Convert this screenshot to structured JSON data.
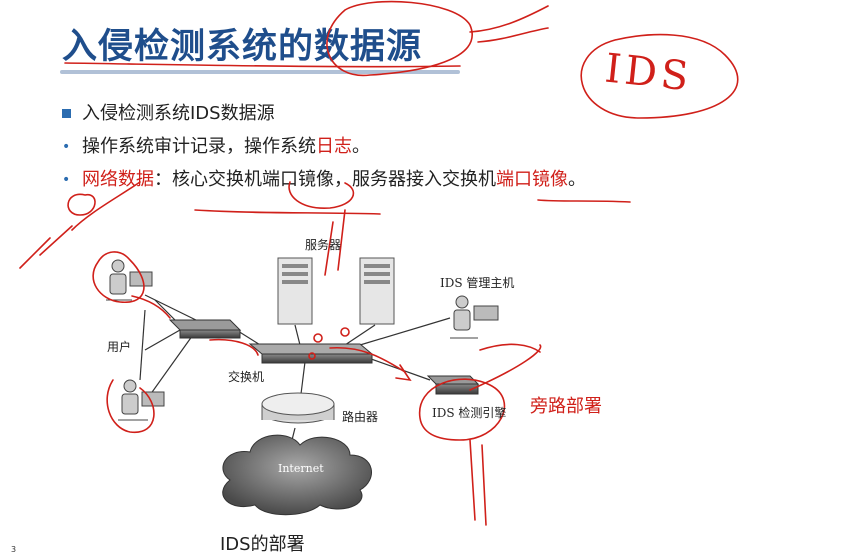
{
  "slide": {
    "title": "入侵检测系统的数据源",
    "page_number": "3"
  },
  "bullets": [
    {
      "segments": [
        {
          "text": "入侵检测系统IDS数据源",
          "red": false
        }
      ]
    },
    {
      "segments": [
        {
          "text": "操作系统审计记录，操作系统",
          "red": false
        },
        {
          "text": "日志",
          "red": true
        },
        {
          "text": "。",
          "red": false
        }
      ]
    },
    {
      "segments": [
        {
          "text": "网络数据",
          "red": true
        },
        {
          "text": "：核心交换机端口镜像，服务器接入交换机",
          "red": false
        },
        {
          "text": "端口镜像",
          "red": true
        },
        {
          "text": "。",
          "red": false
        }
      ]
    }
  ],
  "diagram": {
    "labels": {
      "server": "服务器",
      "ids_manager": "IDS 管理主机",
      "users": "用户",
      "switch": "交换机",
      "router": "路由器",
      "ids_engine": "IDS 检测引擎",
      "internet": "Internet"
    },
    "caption": "IDS的部署"
  },
  "annotations": {
    "handwritten": "IDS",
    "bypass_deployment": "旁路部署"
  },
  "colors": {
    "title": "#1f4e8c",
    "highlight": "#d0201a",
    "ink": "#d0201a",
    "bullet": "#2b6cb0"
  }
}
